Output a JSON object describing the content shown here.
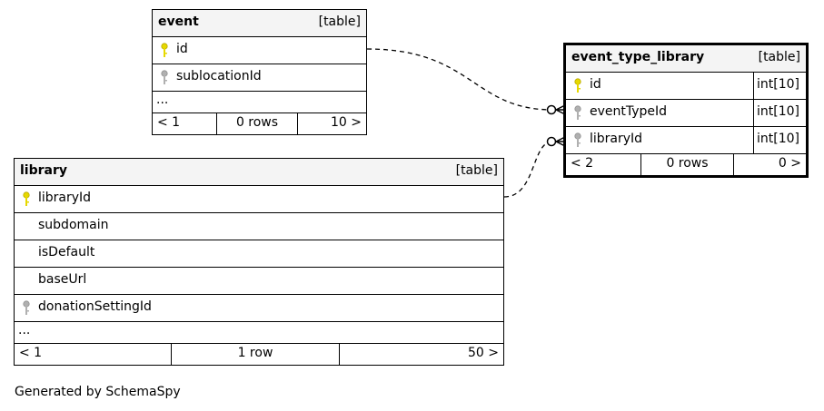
{
  "tables": {
    "event": {
      "name": "event",
      "kind": "[table]",
      "columns": [
        {
          "name": "id",
          "key": "primary"
        },
        {
          "name": "sublocationId",
          "key": "foreign"
        }
      ],
      "more": "...",
      "footer": {
        "left": "< 1",
        "middle": "0 rows",
        "right": "10 >"
      }
    },
    "event_type_library": {
      "name": "event_type_library",
      "kind": "[table]",
      "columns": [
        {
          "name": "id",
          "key": "primary",
          "type": "int[10]"
        },
        {
          "name": "eventTypeId",
          "key": "foreign",
          "type": "int[10]"
        },
        {
          "name": "libraryId",
          "key": "foreign",
          "type": "int[10]"
        }
      ],
      "footer": {
        "left": "< 2",
        "middle": "0 rows",
        "right": "0 >"
      }
    },
    "library": {
      "name": "library",
      "kind": "[table]",
      "columns": [
        {
          "name": "libraryId",
          "key": "primary"
        },
        {
          "name": "subdomain",
          "key": "none"
        },
        {
          "name": "isDefault",
          "key": "none"
        },
        {
          "name": "baseUrl",
          "key": "none"
        },
        {
          "name": "donationSettingId",
          "key": "foreign"
        }
      ],
      "more": "...",
      "footer": {
        "left": "< 1",
        "middle": "1 row",
        "right": "50 >"
      }
    }
  },
  "generated_by": "Generated by SchemaSpy",
  "colors": {
    "primary_key": "#e6d800",
    "foreign_key": "#b0b0b0",
    "header_bg": "#f4f4f4"
  }
}
